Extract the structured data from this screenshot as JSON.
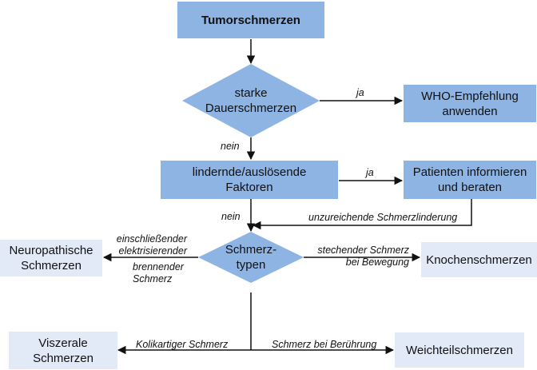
{
  "colors": {
    "primary_node": "#8eb4e3",
    "outcome_node": "#e3eaf7",
    "arrow": "#111111"
  },
  "nodes": {
    "start": "Tumorschmerzen",
    "decision_dauer": [
      "starke",
      "Dauerschmerzen"
    ],
    "who": [
      "WHO-Empfehlung",
      "anwenden"
    ],
    "faktoren": [
      "lindernde/auslösende",
      "Faktoren"
    ],
    "patienten": [
      "Patienten informieren",
      "und beraten"
    ],
    "schmerztypen": [
      "Schmerz-",
      "typen"
    ],
    "neuropathisch": [
      "Neuropathische",
      "Schmerzen"
    ],
    "knochen": "Knochenschmerzen",
    "viszeral": [
      "Viszerale",
      "Schmerzen"
    ],
    "weichteil": "Weichteilschmerzen"
  },
  "edges": {
    "ja_1": "ja",
    "nein_1": "nein",
    "ja_2": "ja",
    "nein_2": "nein",
    "unzureichend": "unzureichende Schmerzlinderung",
    "neuropath_label": [
      "einschließender",
      "elektrisierender",
      "brennender",
      "Schmerz"
    ],
    "knochen_label": [
      "stechender Schmerz",
      "bei Bewegung"
    ],
    "viszeral_label": "Kolikartiger Schmerz",
    "weichteil_label": "Schmerz bei Berührung"
  }
}
